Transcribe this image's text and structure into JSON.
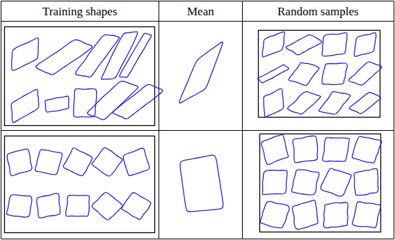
{
  "diagram": {
    "labels": [
      "Training shapes",
      "Mean",
      "Random samples"
    ]
  }
}
